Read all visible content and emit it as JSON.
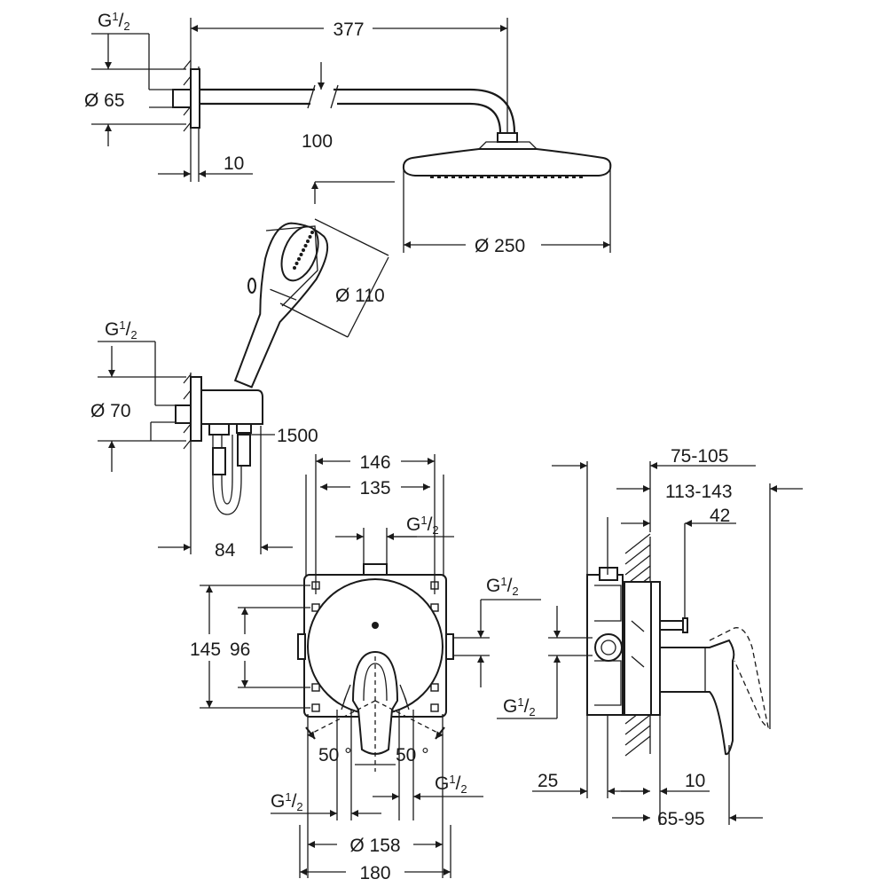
{
  "drawing": {
    "colors": {
      "line": "#1a1a1a",
      "background": "#ffffff"
    },
    "overhead": {
      "thread_G": "G",
      "thread_sup": "1",
      "thread_sub": "2",
      "arm_length": "377",
      "flange_diameter": "Ø 65",
      "arm_drop": "100",
      "flange_depth": "10",
      "shower_diameter": "Ø 250"
    },
    "hand_shower": {
      "diameter": "Ø 110",
      "thread_G": "G",
      "thread_sup": "1",
      "thread_sub": "2",
      "elbow_diameter": "Ø 70",
      "hose_length": "1500",
      "outlet_depth": "84"
    },
    "mixer_front": {
      "plate_width": "146",
      "screw_spacing": "135",
      "top_thread_G": "G",
      "top_thread_sup": "1",
      "top_thread_sub": "2",
      "right_thread_G": "G",
      "right_thread_sup": "1",
      "right_thread_sub": "2",
      "height_total": "145",
      "height_inner": "96",
      "angle_left": "50 °",
      "angle_right": "50 °",
      "bottom_left_G": "G",
      "bottom_left_sup": "1",
      "bottom_left_sub": "2",
      "bottom_right_G": "G",
      "bottom_right_sup": "1",
      "bottom_right_sub": "2",
      "rosette_diameter": "Ø 158",
      "rosette_width": "180"
    },
    "mixer_side": {
      "depth_range_1": "75-105",
      "depth_range_2": "113-143",
      "offset": "42",
      "thread_G": "G",
      "thread_sup": "1",
      "thread_sub": "2",
      "wall_offset": "25",
      "plaster_depth": "10",
      "projection": "65-95"
    }
  }
}
